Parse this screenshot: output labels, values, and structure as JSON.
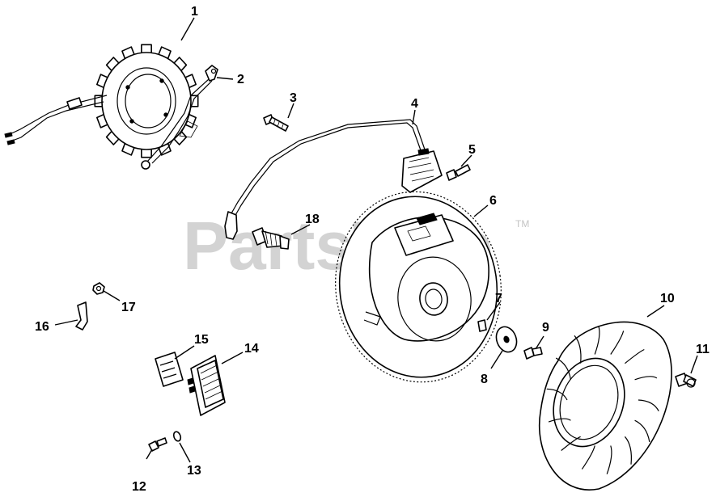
{
  "watermark": {
    "text": "PartsTree",
    "trademark": "TM",
    "color": "#d3d3d3"
  },
  "callouts": {
    "c1": "1",
    "c2": "2",
    "c3": "3",
    "c4": "4",
    "c5": "5",
    "c6": "6",
    "c7": "7",
    "c8": "8",
    "c9": "9",
    "c10": "10",
    "c11": "11",
    "c12": "12",
    "c13": "13",
    "c14": "14",
    "c15": "15",
    "c16": "16",
    "c17": "17",
    "c18": "18"
  },
  "parts": [
    {
      "ref": "1",
      "name": "stator"
    },
    {
      "ref": "2",
      "name": "ground-lead-bracket"
    },
    {
      "ref": "3",
      "name": "screw"
    },
    {
      "ref": "4",
      "name": "ignition-module"
    },
    {
      "ref": "5",
      "name": "screw"
    },
    {
      "ref": "6",
      "name": "flywheel"
    },
    {
      "ref": "7",
      "name": "key"
    },
    {
      "ref": "8",
      "name": "washer"
    },
    {
      "ref": "9",
      "name": "screw"
    },
    {
      "ref": "10",
      "name": "fan"
    },
    {
      "ref": "11",
      "name": "screw"
    },
    {
      "ref": "12",
      "name": "screw"
    },
    {
      "ref": "13",
      "name": "washer"
    },
    {
      "ref": "14",
      "name": "rectifier-regulator"
    },
    {
      "ref": "15",
      "name": "connector"
    },
    {
      "ref": "16",
      "name": "clip"
    },
    {
      "ref": "17",
      "name": "nut"
    },
    {
      "ref": "18",
      "name": "spark-plug"
    }
  ]
}
